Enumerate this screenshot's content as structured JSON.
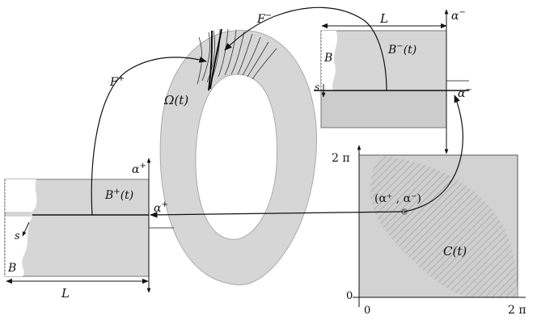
{
  "labels": {
    "f_minus": "F",
    "f_minus_sup": "−",
    "f_plus": "F",
    "f_plus_sup": "+",
    "omega": "Ω(t)",
    "b_minus_region": "B",
    "b_minus_region_sup": "−",
    "b_minus_t": "(t)",
    "b_plus_region": "B",
    "b_plus_region_sup": "+",
    "b_plus_t": "(t)",
    "B_top": "B",
    "B_bottom": "B",
    "s_top": "s",
    "s_bottom": "s",
    "L_top": "L",
    "L_bottom": "L",
    "alpha_minus_axis": "α",
    "alpha_minus_axis_sup": "−",
    "alpha_minus_line": "α",
    "alpha_minus_line_sup": "−",
    "alpha_plus_axis": "α",
    "alpha_plus_axis_sup": "+",
    "alpha_plus_line": "α",
    "alpha_plus_line_sup": "+",
    "two_pi_y": "2 π",
    "two_pi_x": "2 π",
    "zero_y": "0",
    "zero_x": "0",
    "point_label": "(α⁺ , α⁻)",
    "c_t": "C(t)"
  },
  "colors": {
    "region_fill": "#d9d9d9",
    "ring_fill": "#d4d4d4",
    "box_fill": "#cfcfcf",
    "hatch": "#9a9a9a",
    "stroke": "#111111",
    "point": "#888888"
  }
}
